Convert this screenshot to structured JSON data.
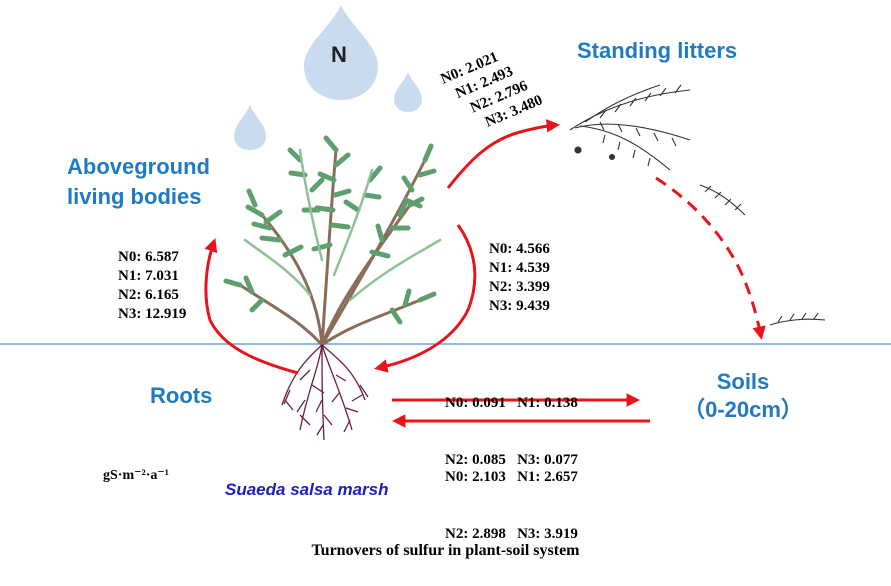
{
  "nutrient_label": "N",
  "compartments": {
    "aboveground": [
      "Aboveground",
      "living bodies"
    ],
    "standing_litters": "Standing litters",
    "roots": "Roots",
    "soils": [
      "Soils",
      "（0-20cm）"
    ]
  },
  "flows": {
    "aboveground_to_litter": [
      "N0: 2.021",
      "N1: 2.493",
      "N2: 2.796",
      "N3: 3.480"
    ],
    "roots_to_aboveground": [
      "N0: 6.587",
      "N1: 7.031",
      "N2: 6.165",
      "N3: 12.919"
    ],
    "aboveground_to_roots": [
      "N0: 4.566",
      "N1: 4.539",
      "N2: 3.399",
      "N3: 9.439"
    ],
    "roots_to_soils": [
      "N0: 0.091   N1: 0.138",
      "N2: 0.085   N3: 0.077"
    ],
    "soils_to_roots": [
      "N0: 2.103   N1: 2.657",
      "N2: 2.898   N3: 3.919"
    ]
  },
  "unit": "gS·m⁻²·a⁻¹",
  "species": "Suaeda salsa marsh",
  "caption": "Turnovers of sulfur in plant-soil system",
  "colors": {
    "flow_arrow": "#e8141b",
    "label_blue": "#1f7ac2",
    "species_blue": "#1c1cc4",
    "ground_line": "#4a90d9",
    "drop_fill": "#c9dcef",
    "plant_green": "#5f9e6e",
    "root_purple": "#6b1f3c"
  }
}
